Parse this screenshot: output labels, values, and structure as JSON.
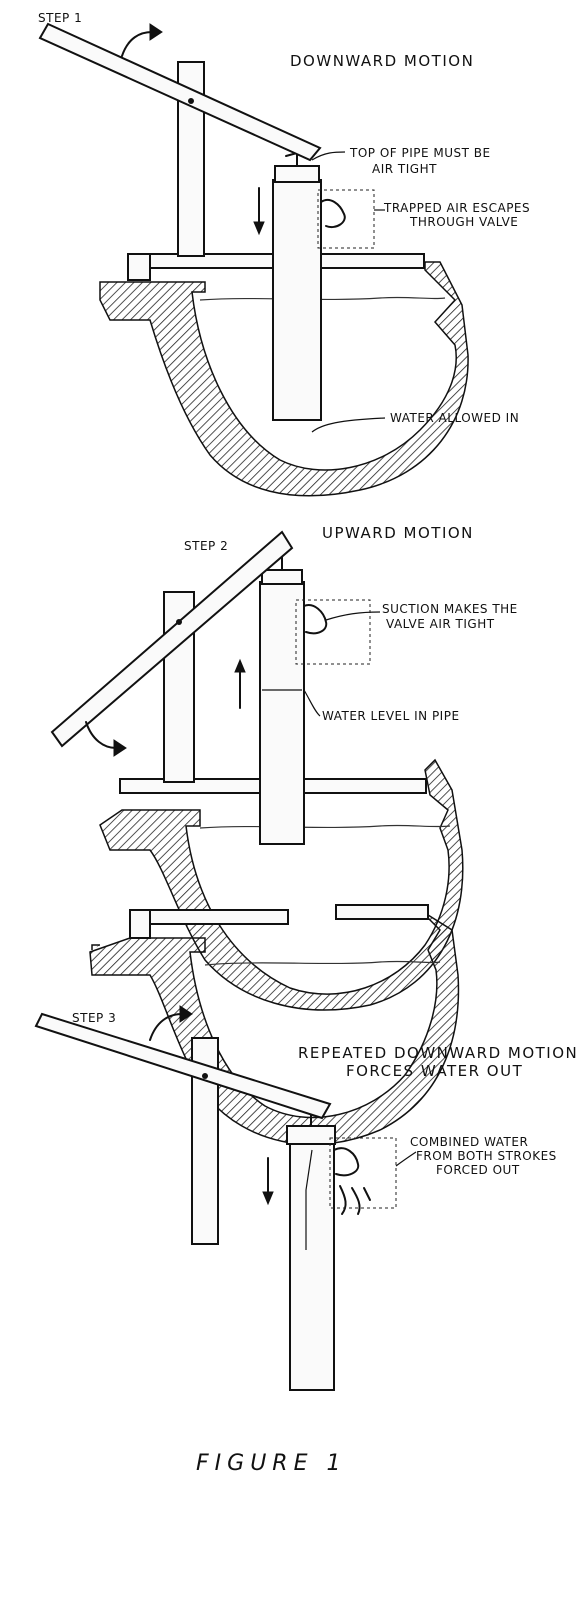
{
  "figure_title": "FIGURE 1",
  "steps": [
    {
      "step_label": "STEP 1",
      "motion_title": "DOWNWARD MOTION",
      "callouts": [
        "TOP OF PIPE MUST BE",
        "AIR TIGHT",
        "TRAPPED AIR ESCAPES",
        "THROUGH VALVE",
        "WATER ALLOWED IN"
      ]
    },
    {
      "step_label": "STEP 2",
      "motion_title": "UPWARD MOTION",
      "callouts": [
        "SUCTION MAKES THE",
        "VALVE AIR TIGHT",
        "WATER LEVEL IN PIPE"
      ]
    },
    {
      "step_label": "STEP 3",
      "motion_title": "REPEATED DOWNWARD MOTION",
      "motion_title_2": "FORCES WATER OUT",
      "callouts": [
        "COMBINED WATER",
        "FROM BOTH STROKES",
        "FORCED OUT"
      ]
    }
  ]
}
